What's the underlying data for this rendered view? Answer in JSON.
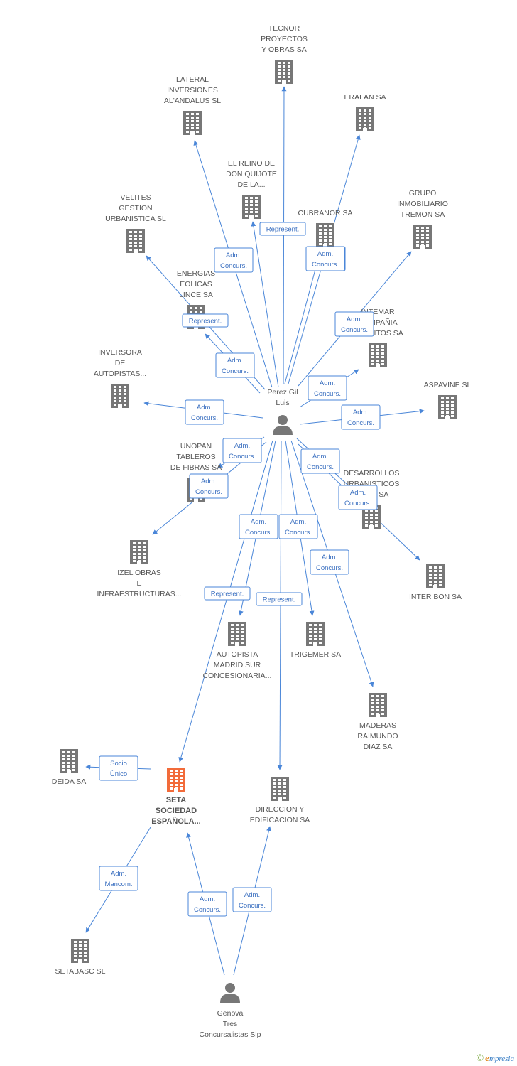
{
  "colors": {
    "edge": "#4a86d8",
    "building": "#777777",
    "focus_building": "#f26b3a",
    "person": "#777777"
  },
  "brand": {
    "copyright": "©",
    "initial": "e",
    "rest": "mpresia"
  },
  "nodes": [
    {
      "id": "tecnor",
      "type": "company",
      "lines": [
        "TECNOR",
        "PROYECTOS",
        "Y OBRAS SA"
      ]
    },
    {
      "id": "lateral",
      "type": "company",
      "lines": [
        "LATERAL",
        "INVERSIONES",
        "AL'ANDALUS SL"
      ]
    },
    {
      "id": "eralan",
      "type": "company",
      "lines": [
        "ERALAN SA"
      ]
    },
    {
      "id": "reino",
      "type": "company",
      "lines": [
        "EL REINO DE",
        "DON QUIJOTE",
        "DE LA..."
      ]
    },
    {
      "id": "velites",
      "type": "company",
      "lines": [
        "VELITES",
        "GESTION",
        "URBANISTICA SL"
      ]
    },
    {
      "id": "cubranor",
      "type": "company",
      "lines": [
        "CUBRANOR SA"
      ]
    },
    {
      "id": "tremon",
      "type": "company",
      "lines": [
        "GRUPO",
        "INMOBILIARIO",
        "TREMON SA"
      ]
    },
    {
      "id": "energias",
      "type": "company",
      "lines": [
        "ENERGIAS",
        "EOLICAS",
        "LINCE SA"
      ]
    },
    {
      "id": "intemar",
      "type": "company",
      "lines": [
        "INTEMAR",
        "COMPAÑIA",
        "GRANITOS SA"
      ]
    },
    {
      "id": "inversora",
      "type": "company",
      "lines": [
        "INVERSORA",
        "DE",
        "AUTOPISTAS..."
      ]
    },
    {
      "id": "aspavine",
      "type": "company",
      "lines": [
        "ASPAVINE SL"
      ]
    },
    {
      "id": "perez",
      "type": "person",
      "lines": [
        "Perez Gil",
        "Luis"
      ]
    },
    {
      "id": "unopan",
      "type": "company",
      "lines": [
        "UNOPAN",
        "TABLEROS",
        "DE FIBRAS SA"
      ]
    },
    {
      "id": "desarrollos",
      "type": "company",
      "lines": [
        "DESARROLLOS",
        "URBANISTICOS",
        "ALAVA SA"
      ]
    },
    {
      "id": "izel",
      "type": "company",
      "lines": [
        "IZEL OBRAS",
        "E",
        "INFRAESTRUCTURAS..."
      ]
    },
    {
      "id": "interbon",
      "type": "company",
      "lines": [
        "INTER BON SA"
      ]
    },
    {
      "id": "autopista",
      "type": "company",
      "lines": [
        "AUTOPISTA",
        "MADRID SUR",
        "CONCESIONARIA..."
      ]
    },
    {
      "id": "trigemer",
      "type": "company",
      "lines": [
        "TRIGEMER SA"
      ]
    },
    {
      "id": "maderas",
      "type": "company",
      "lines": [
        "MADERAS",
        "RAIMUNDO",
        "DIAZ SA"
      ]
    },
    {
      "id": "deida",
      "type": "company",
      "lines": [
        "DEIDA SA"
      ]
    },
    {
      "id": "seta",
      "type": "focus",
      "lines": [
        "SETA",
        "SOCIEDAD",
        "ESPAÑOLA..."
      ]
    },
    {
      "id": "direccion",
      "type": "company",
      "lines": [
        "DIRECCION Y",
        "EDIFICACION SA"
      ]
    },
    {
      "id": "setabasc",
      "type": "company",
      "lines": [
        "SETABASC SL"
      ]
    },
    {
      "id": "genova",
      "type": "person",
      "lines": [
        "Genova",
        "Tres",
        "Concursalistas Slp"
      ]
    }
  ],
  "edges": [
    {
      "from": "perez",
      "to": "tecnor",
      "label": [
        "Represent."
      ]
    },
    {
      "from": "perez",
      "to": "lateral",
      "label": [
        "Adm.",
        "Concurs."
      ]
    },
    {
      "from": "perez",
      "to": "eralan",
      "label": [
        "Adm.",
        "Concurs."
      ]
    },
    {
      "from": "perez",
      "to": "reino",
      "label": [
        "Represent."
      ]
    },
    {
      "from": "perez",
      "to": "velites",
      "label": [
        "Represent."
      ]
    },
    {
      "from": "perez",
      "to": "cubranor",
      "label": [
        "Adm.",
        "Concurs."
      ]
    },
    {
      "from": "perez",
      "to": "tremon",
      "label": [
        "Adm.",
        "Concurs."
      ]
    },
    {
      "from": "perez",
      "to": "energias",
      "label": [
        "Adm.",
        "Concurs."
      ]
    },
    {
      "from": "perez",
      "to": "intemar",
      "label": [
        "Adm.",
        "Concurs."
      ]
    },
    {
      "from": "perez",
      "to": "inversora",
      "label": [
        "Adm.",
        "Concurs."
      ]
    },
    {
      "from": "perez",
      "to": "aspavine",
      "label": [
        "Adm.",
        "Concurs."
      ]
    },
    {
      "from": "perez",
      "to": "unopan",
      "label": [
        "Adm.",
        "Concurs."
      ]
    },
    {
      "from": "perez",
      "to": "desarrollos",
      "label": [
        "Adm.",
        "Concurs."
      ]
    },
    {
      "from": "perez",
      "to": "izel",
      "label": [
        "Adm.",
        "Concurs."
      ]
    },
    {
      "from": "perez",
      "to": "interbon",
      "label": [
        "Adm.",
        "Concurs."
      ]
    },
    {
      "from": "perez",
      "to": "autopista",
      "label": [
        "Adm.",
        "Concurs."
      ]
    },
    {
      "from": "perez",
      "to": "trigemer",
      "label": [
        "Adm.",
        "Concurs."
      ]
    },
    {
      "from": "perez",
      "to": "maderas",
      "label": [
        "Adm.",
        "Concurs."
      ]
    },
    {
      "from": "perez",
      "to": "seta",
      "label": [
        "Represent."
      ]
    },
    {
      "from": "perez",
      "to": "direccion",
      "label": [
        "Represent."
      ]
    },
    {
      "from": "seta",
      "to": "deida",
      "label": [
        "Socio",
        "Único"
      ]
    },
    {
      "from": "seta",
      "to": "setabasc",
      "label": [
        "Adm.",
        "Mancom."
      ]
    },
    {
      "from": "genova",
      "to": "seta",
      "label": [
        "Adm.",
        "Concurs."
      ]
    },
    {
      "from": "genova",
      "to": "direccion",
      "label": [
        "Adm.",
        "Concurs."
      ]
    }
  ]
}
